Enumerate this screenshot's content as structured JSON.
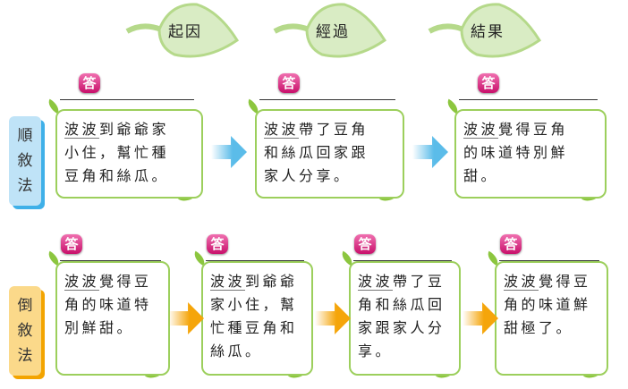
{
  "stages": [
    "起因",
    "經過",
    "結果"
  ],
  "answer_badge": "答",
  "rows": [
    {
      "label": [
        "順",
        "敘",
        "法"
      ],
      "color": "#bfe3f7",
      "shadow": "#3fb0e8",
      "arrow_color": "#5bbce9",
      "boxes": [
        {
          "name": "波波",
          "lines": [
            "到爺爺家",
            "小住，幫忙種",
            "豆角和絲瓜。"
          ]
        },
        {
          "name": "波波",
          "lines": [
            "帶了豆角",
            "和絲瓜回家跟",
            "家人分享。"
          ]
        },
        {
          "name": "波波",
          "lines": [
            "覺得豆角",
            "的味道特別鮮",
            "甜。"
          ]
        }
      ]
    },
    {
      "label": [
        "倒",
        "敘",
        "法"
      ],
      "color": "#fbd98a",
      "shadow": "#f3a400",
      "arrow_color": "#f5a50a",
      "boxes": [
        {
          "name": "波波",
          "lines": [
            "覺得豆",
            "角的味道特",
            "別鮮甜。"
          ]
        },
        {
          "name": "波波",
          "lines": [
            "到爺爺",
            "家小住，幫",
            "忙種豆角和",
            "絲瓜。"
          ]
        },
        {
          "name": "波波",
          "lines": [
            "帶了豆",
            "角和絲瓜回",
            "家跟家人分",
            "享。"
          ]
        },
        {
          "name": "波波",
          "lines": [
            "覺得豆",
            "角的味道鮮",
            "甜極了。"
          ]
        }
      ]
    }
  ]
}
